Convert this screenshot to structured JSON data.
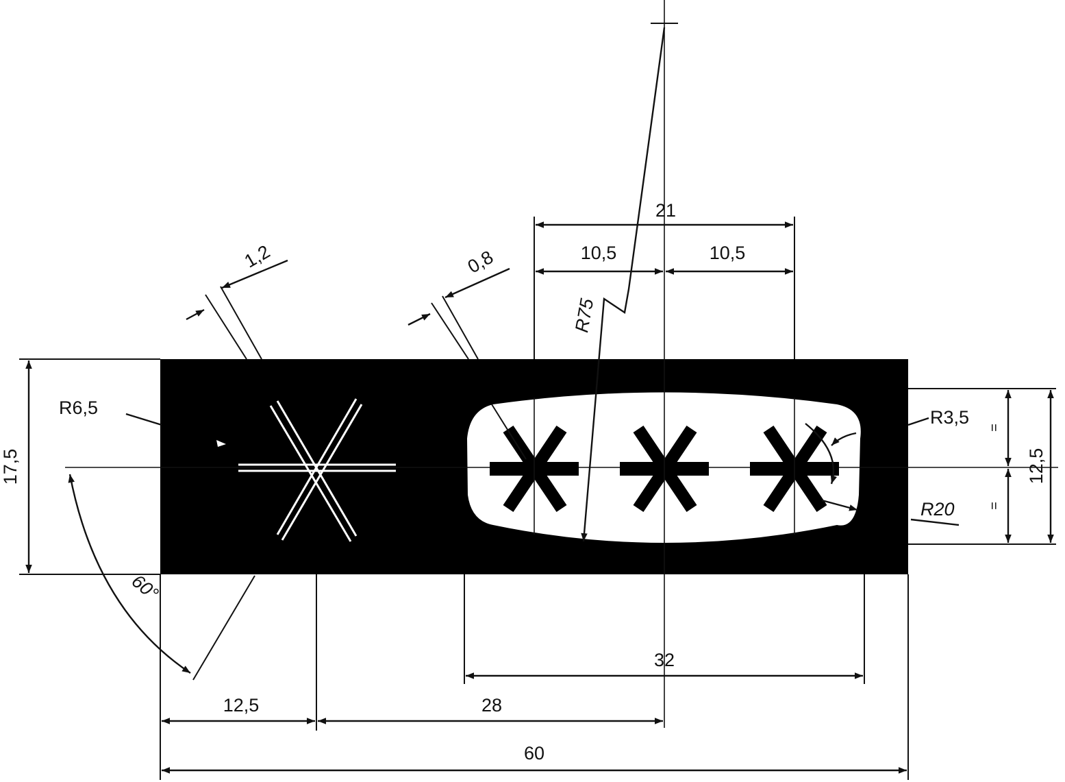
{
  "drawing": {
    "dimensions": {
      "overall_width": "60",
      "overall_height": "17,5",
      "first_mark_offset": "12,5",
      "mark_spacing": "28",
      "window_width": "32",
      "outer_mark_span": "21",
      "half_span_left": "10,5",
      "half_span_right": "10,5",
      "window_height": "12,5",
      "window_half_top": "=",
      "window_half_bottom": "=",
      "wide_slit_width": "1,2",
      "narrow_slit_width": "0,8",
      "corner_radius": "R6,5",
      "arc_radius_long": "R75",
      "arc_radius_end": "R20",
      "corner_radius_window": "R3,5",
      "angle": "60°"
    },
    "colors": {
      "ink": "#111111",
      "paper": "#ffffff",
      "plate": "#000000"
    }
  }
}
